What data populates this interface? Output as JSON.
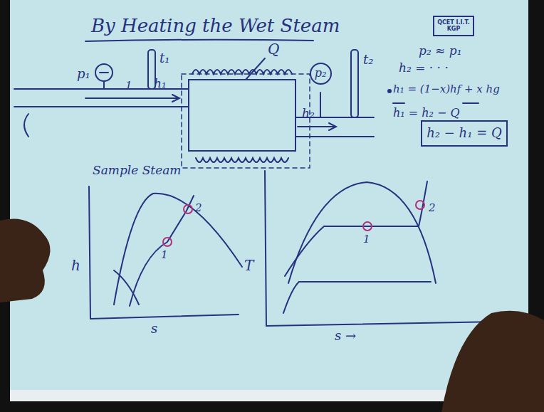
{
  "diagram": {
    "title": "By Heating the Wet Steam",
    "nodes": [
      {
        "text": [
          "QCET I.I.T. KGP"
        ]
      },
      {
        "text": [
          "p₂"
        ]
      },
      {
        "text": [
          "h₂ − h₁ = Q"
        ]
      }
    ],
    "labels": [
      "p₂ ≈ p₁",
      "p₁",
      "t₁",
      "Q",
      "t₂",
      "1",
      "h₁",
      "h₂",
      "h₂ = · · ·",
      "h₁ = (1−x)hf + x hg",
      "h₁ = h₂ − Q",
      "Sample Steam",
      "h",
      "s",
      "1",
      "2",
      "T",
      "s →",
      "1",
      "2"
    ]
  }
}
